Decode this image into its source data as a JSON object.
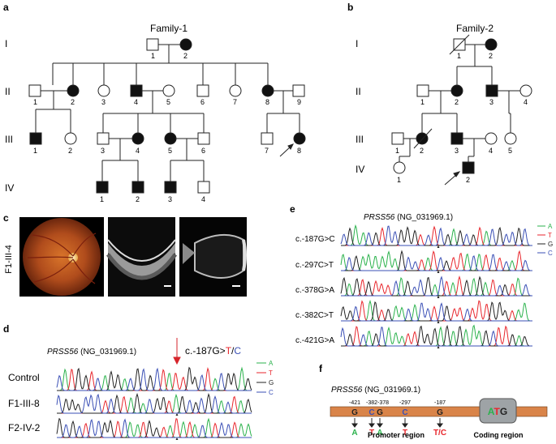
{
  "panels": {
    "a": {
      "letter": "a",
      "family_label": "Family-1",
      "generations": [
        "I",
        "II",
        "III",
        "IV"
      ],
      "gen1": [
        "1",
        "2"
      ],
      "gen2": [
        "1",
        "2",
        "3",
        "4",
        "5",
        "6",
        "7",
        "8",
        "9"
      ],
      "gen3": [
        "1",
        "2",
        "3",
        "4",
        "5",
        "6",
        "7",
        "8"
      ],
      "gen4": [
        "1",
        "2",
        "3",
        "4"
      ]
    },
    "b": {
      "letter": "b",
      "family_label": "Family-2",
      "generations": [
        "I",
        "II",
        "III",
        "IV"
      ],
      "gen1": [
        "1",
        "2"
      ],
      "gen2": [
        "1",
        "2",
        "3",
        "4"
      ],
      "gen3": [
        "1",
        "2",
        "3",
        "4",
        "5"
      ],
      "gen4": [
        "1",
        "2"
      ]
    },
    "c": {
      "letter": "c",
      "side_label": "F1-III-4"
    },
    "d": {
      "letter": "d",
      "gene": "PRSS56",
      "accession": " (NG_031969.1)",
      "variant_prefix": "c.-187G>",
      "variant_t": "T",
      "variant_slash": "/",
      "variant_c": "C",
      "rows": [
        "Control",
        "F1-III-8",
        "F2-IV-2"
      ],
      "legend": [
        "A",
        "T",
        "G",
        "C"
      ]
    },
    "e": {
      "letter": "e",
      "gene": "PRSS56",
      "accession": " (NG_031969.1)",
      "rows": [
        "c.-187G>C",
        "c.-297C>T",
        "c.-378G>A",
        "c.-382C>T",
        "c.-421G>A"
      ],
      "legend": [
        "A",
        "T",
        "G",
        "C"
      ]
    },
    "f": {
      "letter": "f",
      "gene": "PRSS56",
      "accession": " (NG_031969.1)",
      "positions": [
        "-421",
        "-382",
        "-378",
        "-297",
        "-187"
      ],
      "ref_bases": [
        "G",
        "C",
        "G",
        "C",
        "G"
      ],
      "alt_bases": [
        "A",
        "T",
        "A",
        "T",
        "T/C"
      ],
      "atg_a": "A",
      "atg_t": "T",
      "atg_g": "G",
      "promoter_label": "Promoter region",
      "coding_label": "Coding region"
    }
  },
  "colors": {
    "A": "#2bb24c",
    "T": "#e8262c",
    "G": "#222222",
    "C": "#3a4fb5",
    "bar": "#d98449",
    "atg_box": "#9ea3a6",
    "arrow_red": "#d6242b"
  }
}
